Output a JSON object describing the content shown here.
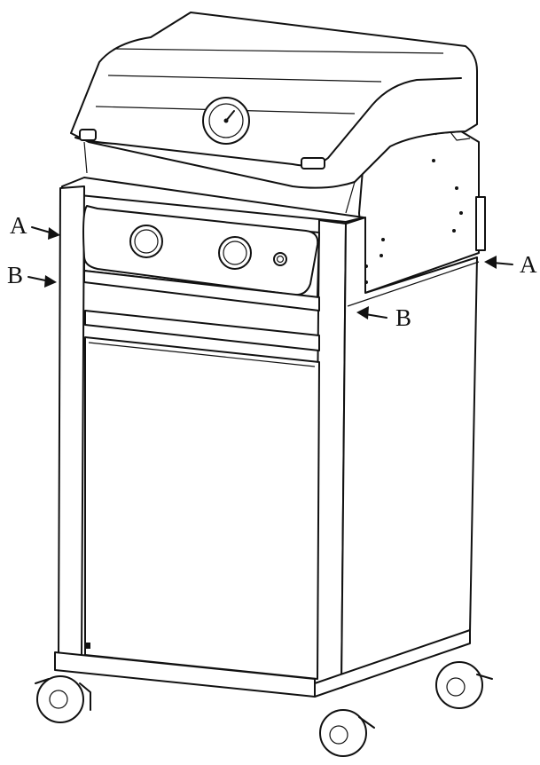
{
  "callouts": [
    {
      "id": "A-left",
      "letter": "A"
    },
    {
      "id": "B-left",
      "letter": "B"
    },
    {
      "id": "A-right",
      "letter": "A"
    },
    {
      "id": "B-right",
      "letter": "B"
    }
  ],
  "colors": {
    "line": "#111111",
    "background": "#ffffff"
  }
}
